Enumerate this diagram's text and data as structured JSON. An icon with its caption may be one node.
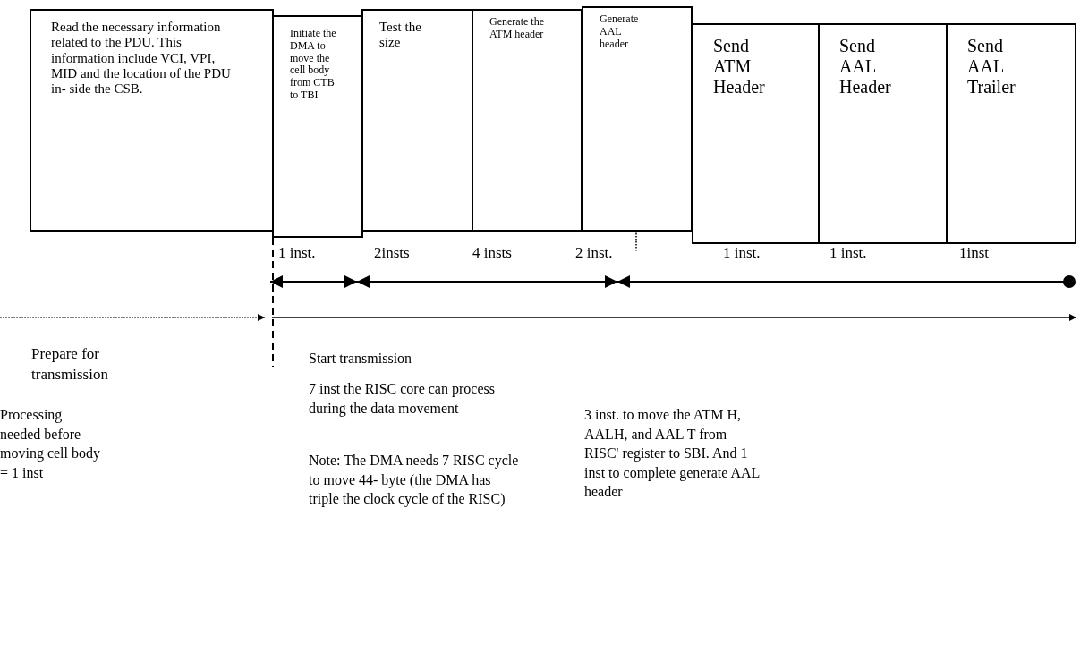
{
  "diagram": {
    "nodes": [
      {
        "text": [
          "Read the necessary information related to the PDU. This information include VCI, VPI, MID and the location of the PDU in- side the CSB."
        ]
      },
      {
        "text": [
          "Initiate the DMA to move the cell body from CTB to TBI"
        ]
      },
      {
        "text": [
          "Test the size"
        ]
      },
      {
        "text": [
          "Generate the ATM header"
        ]
      },
      {
        "text": [
          "Generate AAL header"
        ]
      },
      {
        "text": [
          "Send ATM Header"
        ]
      },
      {
        "text": [
          "Send AAL Header"
        ]
      },
      {
        "text": [
          "Send AAL Trailer"
        ]
      }
    ],
    "edges": [],
    "labels": [
      "1 inst.",
      "2insts",
      "4 insts",
      "2 inst.",
      "1 inst.",
      "1 inst.",
      "1inst",
      "Prepare for transmission",
      "Start transmission",
      "7 inst the RISC core can process during the data movement",
      "Processing needed before moving cell body = 1 inst",
      "3 inst. to move the ATM H, AALH, and AAL T from RISC' register to SBI. And 1 inst to complete generate AAL header",
      "Note: The DMA needs 7 RISC cycle to move 44- byte (the DMA has triple the clock cycle of the RISC)"
    ]
  }
}
